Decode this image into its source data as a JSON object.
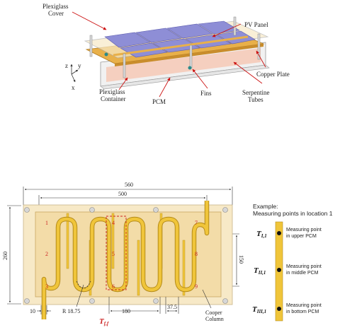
{
  "top": {
    "labels": {
      "plexiglass_cover": "Plexiglass\nCover",
      "pv_panel": "PV Panel",
      "copper_plate": "Copper Plate",
      "serpentine_tubes": "Serpentine\nTubes",
      "fins": "Fins",
      "pcm": "PCM",
      "plexiglass_container": "Plexiglass\nContainer"
    },
    "axes": {
      "z": "z",
      "y": "y",
      "x": "x"
    }
  },
  "plan": {
    "dims": {
      "overall_width": "560",
      "inner_width": "500",
      "height": "260",
      "right_height": "150",
      "tube_gap": "10",
      "bend_radius": "R 18.75",
      "pitch": "180",
      "spacing": "37.5"
    },
    "points": [
      "1",
      "2",
      "3",
      "4",
      "5",
      "6",
      "7",
      "8",
      "9"
    ],
    "tf_label": "T",
    "tf_sub": "f,f",
    "cooper_column": "Cooper\nColumn"
  },
  "example": {
    "title": "Example:",
    "subtitle": "Measuring points in location 1",
    "points": [
      {
        "t": "T",
        "sub": "I,1",
        "line1": "Measuring point",
        "line2": "in upper PCM"
      },
      {
        "t": "T",
        "sub": "II,1",
        "line1": "Measuring point",
        "line2": "in middle PCM"
      },
      {
        "t": "T",
        "sub": "III,1",
        "line1": "Measuring point",
        "line2": "in bottom PCM"
      }
    ]
  },
  "colors": {
    "plexiglass": "#f7e9c7",
    "pv": "#8e8ed6",
    "copper": "#e8b04a",
    "pcm": "#f6c9b6",
    "tube": "#f0c53a",
    "marker": "#cc2222"
  }
}
